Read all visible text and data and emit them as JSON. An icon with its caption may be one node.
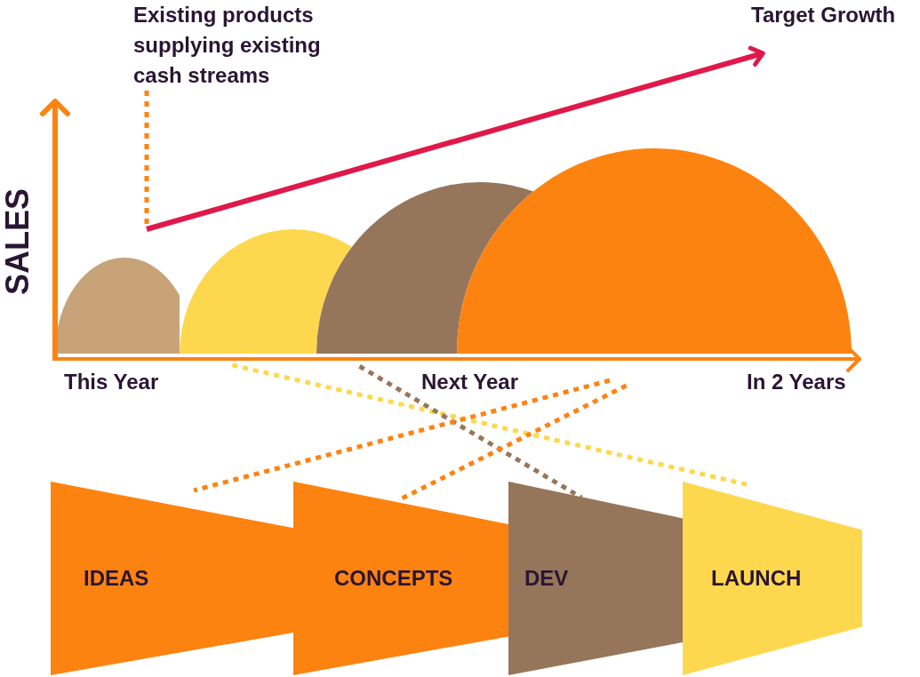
{
  "diagram": {
    "nodes": [
      {
        "text": [
          "Existing products supplying existing cash streams"
        ]
      },
      {
        "text": [
          "Target Growth"
        ]
      },
      {
        "text": [],
        "shape": "semicircle"
      },
      {
        "text": [],
        "shape": "semicircle"
      },
      {
        "text": [],
        "shape": "semicircle"
      },
      {
        "text": [],
        "shape": "semicircle"
      },
      {
        "text": [
          "IDEAS"
        ]
      },
      {
        "text": [
          "CONCEPTS"
        ]
      },
      {
        "text": [
          "DEV"
        ]
      },
      {
        "text": [
          "LAUNCH"
        ]
      }
    ],
    "edges": [
      {
        "from": 0,
        "to": null,
        "arrow": "none",
        "style": "dashed"
      },
      {
        "from": null,
        "to": 1,
        "arrow": "to",
        "color": "#e0194a"
      },
      {
        "from": 3,
        "to": 9,
        "arrow": "none",
        "style": "dashed",
        "color": "#fdd84e"
      },
      {
        "from": 4,
        "to": 8,
        "arrow": "none",
        "style": "dashed",
        "color": "#96765a"
      },
      {
        "from": 5,
        "to": 6,
        "arrow": "none",
        "style": "dashed"
      },
      {
        "from": 5,
        "to": 7,
        "arrow": "none",
        "style": "dashed"
      }
    ],
    "labels": [
      "SALES",
      "This Year",
      "Next Year",
      "In 2 Years"
    ]
  }
}
